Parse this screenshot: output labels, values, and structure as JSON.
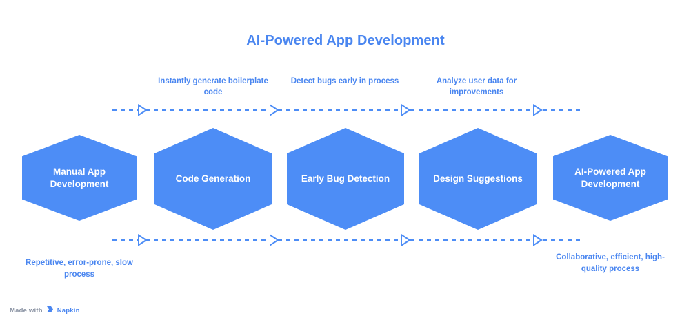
{
  "title": "AI-Powered App Development",
  "colors": {
    "hexagon_fill": "#4d8df6",
    "accent_text": "#4a86f0",
    "hexagon_label": "#ffffff",
    "background": "#ffffff",
    "connector": "#4d8df6",
    "watermark_text": "#8a93a3"
  },
  "stages": [
    {
      "label": "Manual App Development"
    },
    {
      "label": "Code Generation"
    },
    {
      "label": "Early Bug Detection"
    },
    {
      "label": "Design Suggestions"
    },
    {
      "label": "AI-Powered App Development"
    }
  ],
  "connector_captions": [
    {
      "text": "Instantly generate boilerplate code"
    },
    {
      "text": "Detect bugs early in process"
    },
    {
      "text": "Analyze user data for improvements"
    }
  ],
  "endpoint_captions": {
    "start": "Repetitive, error-prone, slow process",
    "end": "Collaborative, efficient, high-quality process"
  },
  "watermark": {
    "prefix": "Made with",
    "brand": "Napkin",
    "logo": "napkin-logo-icon"
  }
}
